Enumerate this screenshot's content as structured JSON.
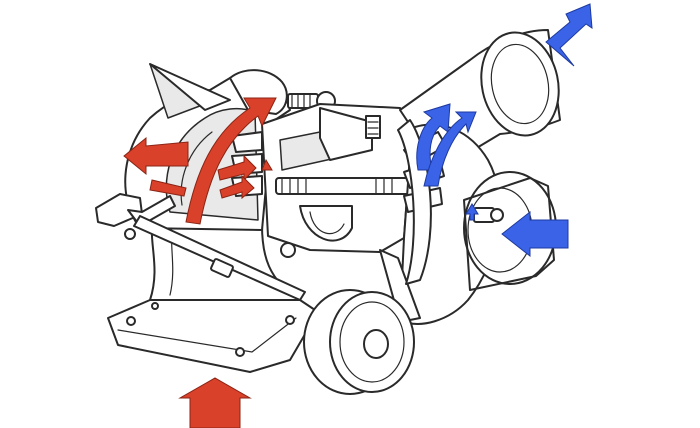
{
  "diagram": {
    "colors": {
      "exhaust_arrow": "#d9412a",
      "intake_arrow": "#3a63e8",
      "line_art": "#2a2a2a",
      "background": "#ffffff"
    },
    "arrows": [
      {
        "name": "exhaust-inlet-arrow",
        "color": "exhaust",
        "direction": "up"
      },
      {
        "name": "exhaust-outlet-arrow",
        "color": "exhaust",
        "direction": "left"
      },
      {
        "name": "exhaust-turbine-flow-arrow",
        "color": "exhaust",
        "direction": "up-right"
      },
      {
        "name": "air-intake-arrow",
        "color": "intake",
        "direction": "left"
      },
      {
        "name": "compressed-air-outlet-arrow",
        "color": "intake",
        "direction": "up-right"
      },
      {
        "name": "compressor-flow-arrow",
        "color": "intake",
        "direction": "up"
      }
    ]
  }
}
